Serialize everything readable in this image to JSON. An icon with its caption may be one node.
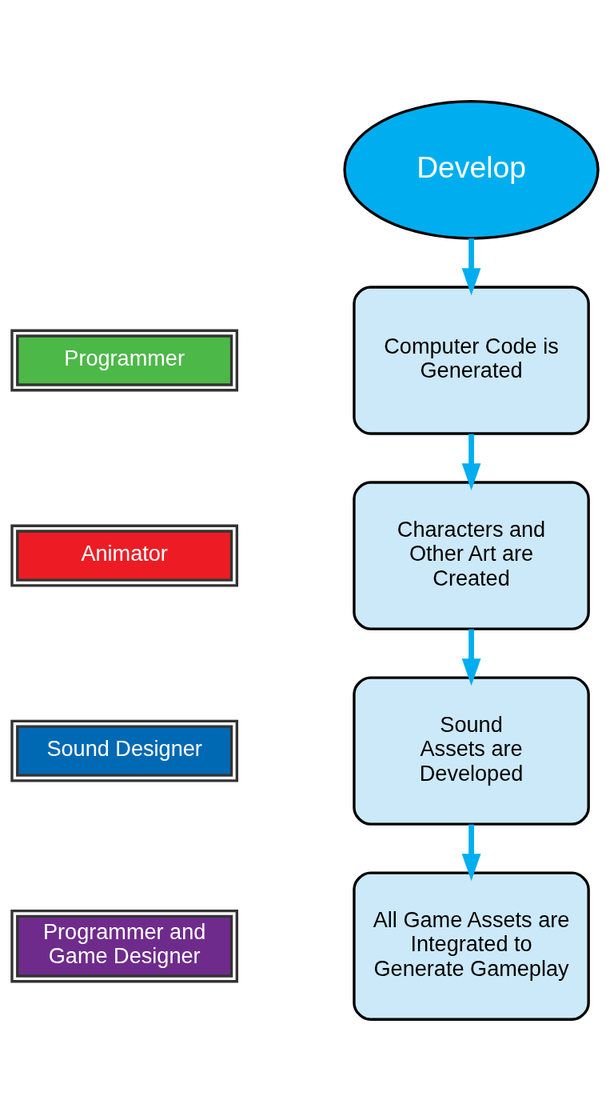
{
  "diagram": {
    "nodes": [
      {
        "text": [
          "Develop"
        ]
      },
      {
        "text": [
          "Computer Code is Generated"
        ]
      },
      {
        "text": [
          "Characters and Other Art are Created"
        ]
      },
      {
        "text": [
          "Sound Assets are Developed"
        ]
      },
      {
        "text": [
          "All Game Assets are Integrated to Generate Gameplay"
        ]
      },
      {
        "text": [
          "Programmer"
        ]
      },
      {
        "text": [
          "Animator"
        ]
      },
      {
        "text": [
          "Sound Designer"
        ]
      },
      {
        "text": [
          "Programmer and Game Designer"
        ]
      }
    ],
    "edges": [
      {
        "from": 0,
        "to": 1,
        "arrow": "to"
      },
      {
        "from": 1,
        "to": 2,
        "arrow": "to"
      },
      {
        "from": 2,
        "to": 3,
        "arrow": "to"
      },
      {
        "from": 3,
        "to": 4,
        "arrow": "to"
      }
    ]
  }
}
